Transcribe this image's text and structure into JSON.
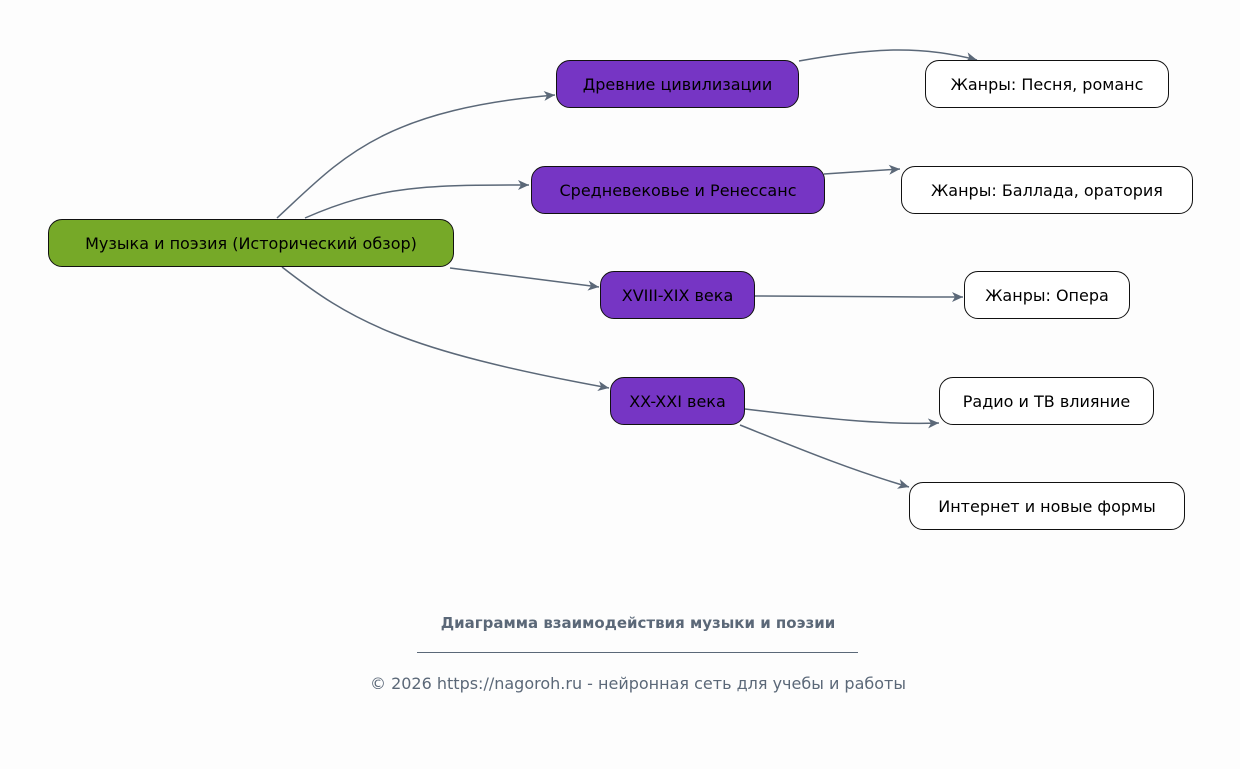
{
  "diagram": {
    "root": {
      "label": "Музыка и поэзия (Исторический обзор)",
      "color": "#76a928"
    },
    "periods": [
      {
        "label": "Древние цивилизации"
      },
      {
        "label": "Средневековье и Ренессанс"
      },
      {
        "label": "XVIII-XIX века"
      },
      {
        "label": "XX-XXI века"
      }
    ],
    "details": [
      {
        "label": "Жанры: Песня, романс",
        "parent": "Древние цивилизации"
      },
      {
        "label": "Жанры: Баллада, оратория",
        "parent": "Средневековье и Ренессанс"
      },
      {
        "label": "Жанры: Опера",
        "parent": "XVIII-XIX века"
      },
      {
        "label": "Радио и ТВ влияние",
        "parent": "XX-XXI века"
      },
      {
        "label": "Интернет и новые формы",
        "parent": "XX-XXI века"
      }
    ],
    "period_color": "#7635c4",
    "edge_color": "#5b6878"
  },
  "footer": {
    "title": "Диаграмма взаимодействия музыки и поэзии",
    "copyright": "© 2026 https://nagoroh.ru - нейронная сеть для учебы и работы"
  }
}
